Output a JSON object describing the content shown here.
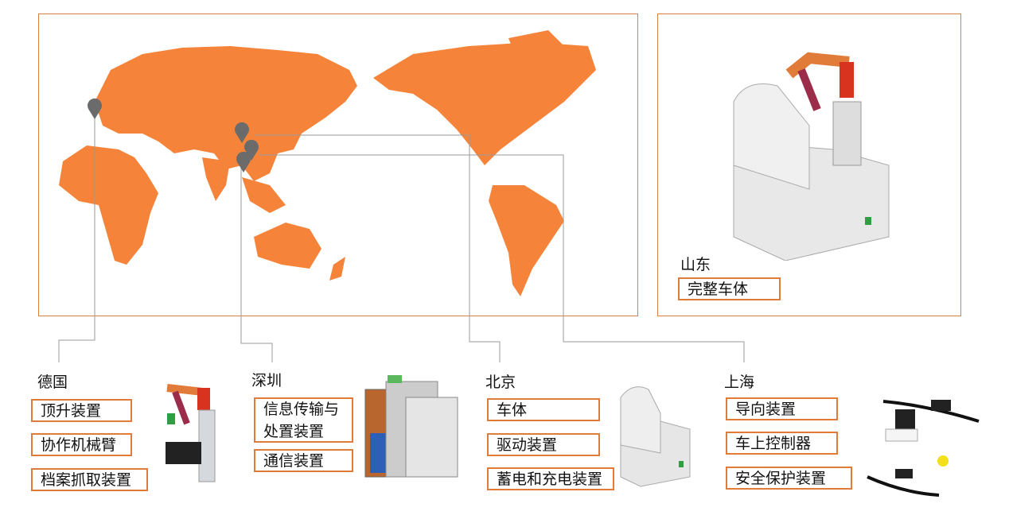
{
  "colors": {
    "accent": "#e07b39",
    "map": "#f5843a",
    "pin": "#6b6b6b",
    "line": "#9a9a9a"
  },
  "shandong": {
    "city": "山东",
    "items": [
      "完整车体"
    ]
  },
  "germany": {
    "city": "德国",
    "items": [
      "顶升装置",
      "协作机械臂",
      "档案抓取装置"
    ]
  },
  "shenzhen": {
    "city": "深圳",
    "items": [
      "信息传输与处置装置",
      "通信装置"
    ]
  },
  "beijing": {
    "city": "北京",
    "items": [
      "车体",
      "驱动装置",
      "蓄电和充电装置"
    ]
  },
  "shanghai": {
    "city": "上海",
    "items": [
      "导向装置",
      "车上控制器",
      "安全保护装置"
    ]
  }
}
